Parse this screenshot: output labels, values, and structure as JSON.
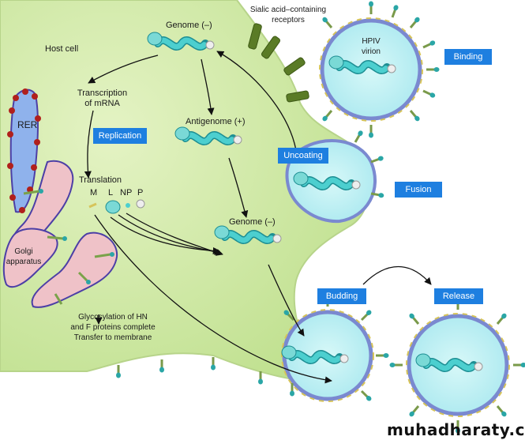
{
  "labels": {
    "host_cell": "Host cell",
    "sialic": "Sialic acid–containing\nreceptors",
    "hpiv_virion": "HPIV\nvirion",
    "genome_top": "Genome (–)",
    "antigenome": "Antigenome (+)",
    "genome_mid": "Genome (–)",
    "transcription": "Transcription\nof mRNA",
    "translation": "Translation",
    "protein_m": "M",
    "protein_l": "L",
    "protein_np": "NP",
    "protein_p": "P",
    "rer": "RER",
    "golgi": "Golgi\napparatus",
    "glycosylation": "Glycosylation of HN\nand F proteins complete\nTransfer to membrane"
  },
  "tags": {
    "binding": "Binding",
    "replication": "Replication",
    "uncoating": "Uncoating",
    "fusion": "Fusion",
    "budding": "Budding",
    "release": "Release"
  },
  "watermark": "muhadharaty.com",
  "colors": {
    "cell_fill": "#cfe9a4",
    "tag_bg": "#1e7fe0",
    "virion_fill": "#bff1f5",
    "rer_fill": "#8fb2ec",
    "golgi_fill": "#efc2c8",
    "rna": "#3fbfbf"
  }
}
